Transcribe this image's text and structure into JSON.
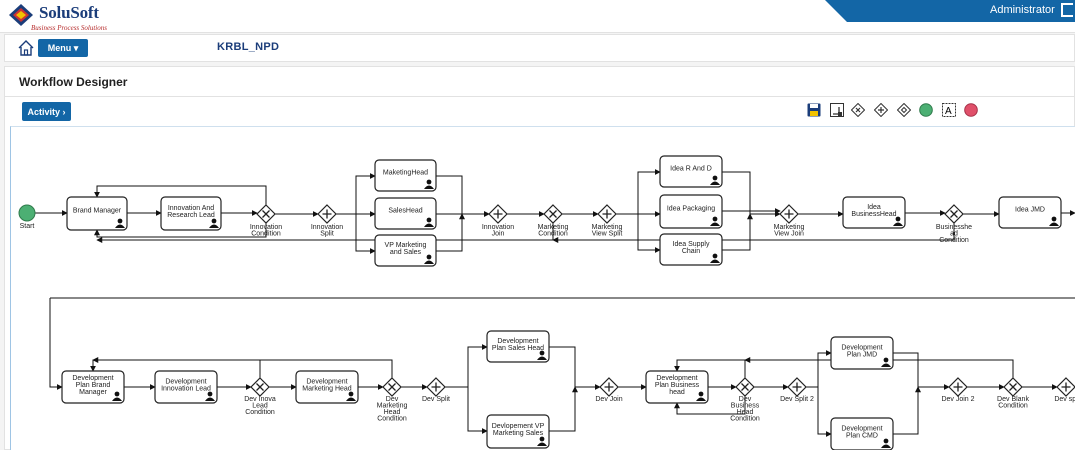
{
  "header": {
    "logo_name": "SoluSoft",
    "logo_tagline": "Business Process Solutions",
    "user": "Administrator"
  },
  "nav": {
    "menu_label": "Menu ▾",
    "project": "KRBL_NPD"
  },
  "page": {
    "title": "Workflow Designer",
    "activity_label": "Activity ›"
  },
  "toolbar": {
    "icons": [
      "save-icon",
      "export-icon",
      "exclusive-gateway-icon",
      "parallel-gateway-icon",
      "inclusive-gateway-icon",
      "start-event-icon",
      "text-annotation-icon",
      "end-event-icon"
    ]
  },
  "colors": {
    "brand_blue": "#1366a6",
    "start_event": "#4caf73",
    "end_event": "#e0506a"
  },
  "workflow": {
    "tasks": [
      {
        "id": "t1",
        "lines": [
          "Brand Manager"
        ]
      },
      {
        "id": "t2",
        "lines": [
          "Innovation And",
          "Research Lead"
        ]
      },
      {
        "id": "t3",
        "lines": [
          "MaketingHead"
        ]
      },
      {
        "id": "t4",
        "lines": [
          "SalesHead"
        ]
      },
      {
        "id": "t5",
        "lines": [
          "VP Marketing",
          "and Sales"
        ]
      },
      {
        "id": "t6",
        "lines": [
          "Idea R And D"
        ]
      },
      {
        "id": "t7",
        "lines": [
          "Idea Packaging"
        ]
      },
      {
        "id": "t8",
        "lines": [
          "Idea Supply",
          "Chain"
        ]
      },
      {
        "id": "t9",
        "lines": [
          "Idea",
          "BusinessHead"
        ]
      },
      {
        "id": "t10",
        "lines": [
          "Idea JMD"
        ]
      },
      {
        "id": "t11",
        "lines": [
          "Development",
          "Plan Brand",
          "Manager"
        ]
      },
      {
        "id": "t12",
        "lines": [
          "Development",
          "Innovation Lead"
        ]
      },
      {
        "id": "t13",
        "lines": [
          "Development",
          "Marketing Head"
        ]
      },
      {
        "id": "t14",
        "lines": [
          "Development",
          "Plan Sales Head"
        ]
      },
      {
        "id": "t15",
        "lines": [
          "Devlopement VP",
          "Marketing Sales"
        ]
      },
      {
        "id": "t16",
        "lines": [
          "Development",
          "Plan Business",
          "head"
        ]
      },
      {
        "id": "t17",
        "lines": [
          "Development",
          "Plan JMD"
        ]
      },
      {
        "id": "t18",
        "lines": [
          "Development",
          "Plan CMD"
        ]
      }
    ],
    "gateways": [
      {
        "id": "g1",
        "kind": "exclusive",
        "lines": [
          "Innovation",
          "Condition"
        ]
      },
      {
        "id": "g2",
        "kind": "parallel",
        "lines": [
          "Innovation",
          "Split"
        ]
      },
      {
        "id": "g3",
        "kind": "parallel",
        "lines": [
          "Innovation",
          "Join"
        ]
      },
      {
        "id": "g4",
        "kind": "exclusive",
        "lines": [
          "Marketing",
          "Condition"
        ]
      },
      {
        "id": "g5",
        "kind": "parallel",
        "lines": [
          "Marketing",
          "View Split"
        ]
      },
      {
        "id": "g6",
        "kind": "parallel",
        "lines": [
          "Marketing",
          "View Join"
        ]
      },
      {
        "id": "g7",
        "kind": "exclusive",
        "lines": [
          "Businesshe",
          "ad",
          "Condition"
        ]
      },
      {
        "id": "g8",
        "kind": "exclusive",
        "lines": [
          "Dev Inova",
          "Lead",
          "Condition"
        ]
      },
      {
        "id": "g9",
        "kind": "exclusive",
        "lines": [
          "Dev",
          "Marketing",
          "Head",
          "Condition"
        ]
      },
      {
        "id": "g10",
        "kind": "parallel",
        "lines": [
          "Dev Split"
        ]
      },
      {
        "id": "g11",
        "kind": "parallel",
        "lines": [
          "Dev Join"
        ]
      },
      {
        "id": "g12",
        "kind": "exclusive",
        "lines": [
          "Dev",
          "Business",
          "Head",
          "Condition"
        ]
      },
      {
        "id": "g13",
        "kind": "parallel",
        "lines": [
          "Dev Split 2"
        ]
      },
      {
        "id": "g14",
        "kind": "parallel",
        "lines": [
          "Dev Join 2"
        ]
      },
      {
        "id": "g15",
        "kind": "exclusive",
        "lines": [
          "Dev Blank",
          "Condition"
        ]
      },
      {
        "id": "g16",
        "kind": "parallel",
        "lines": [
          "Dev spl"
        ]
      }
    ],
    "start": {
      "id": "s1",
      "label": "Start"
    }
  }
}
